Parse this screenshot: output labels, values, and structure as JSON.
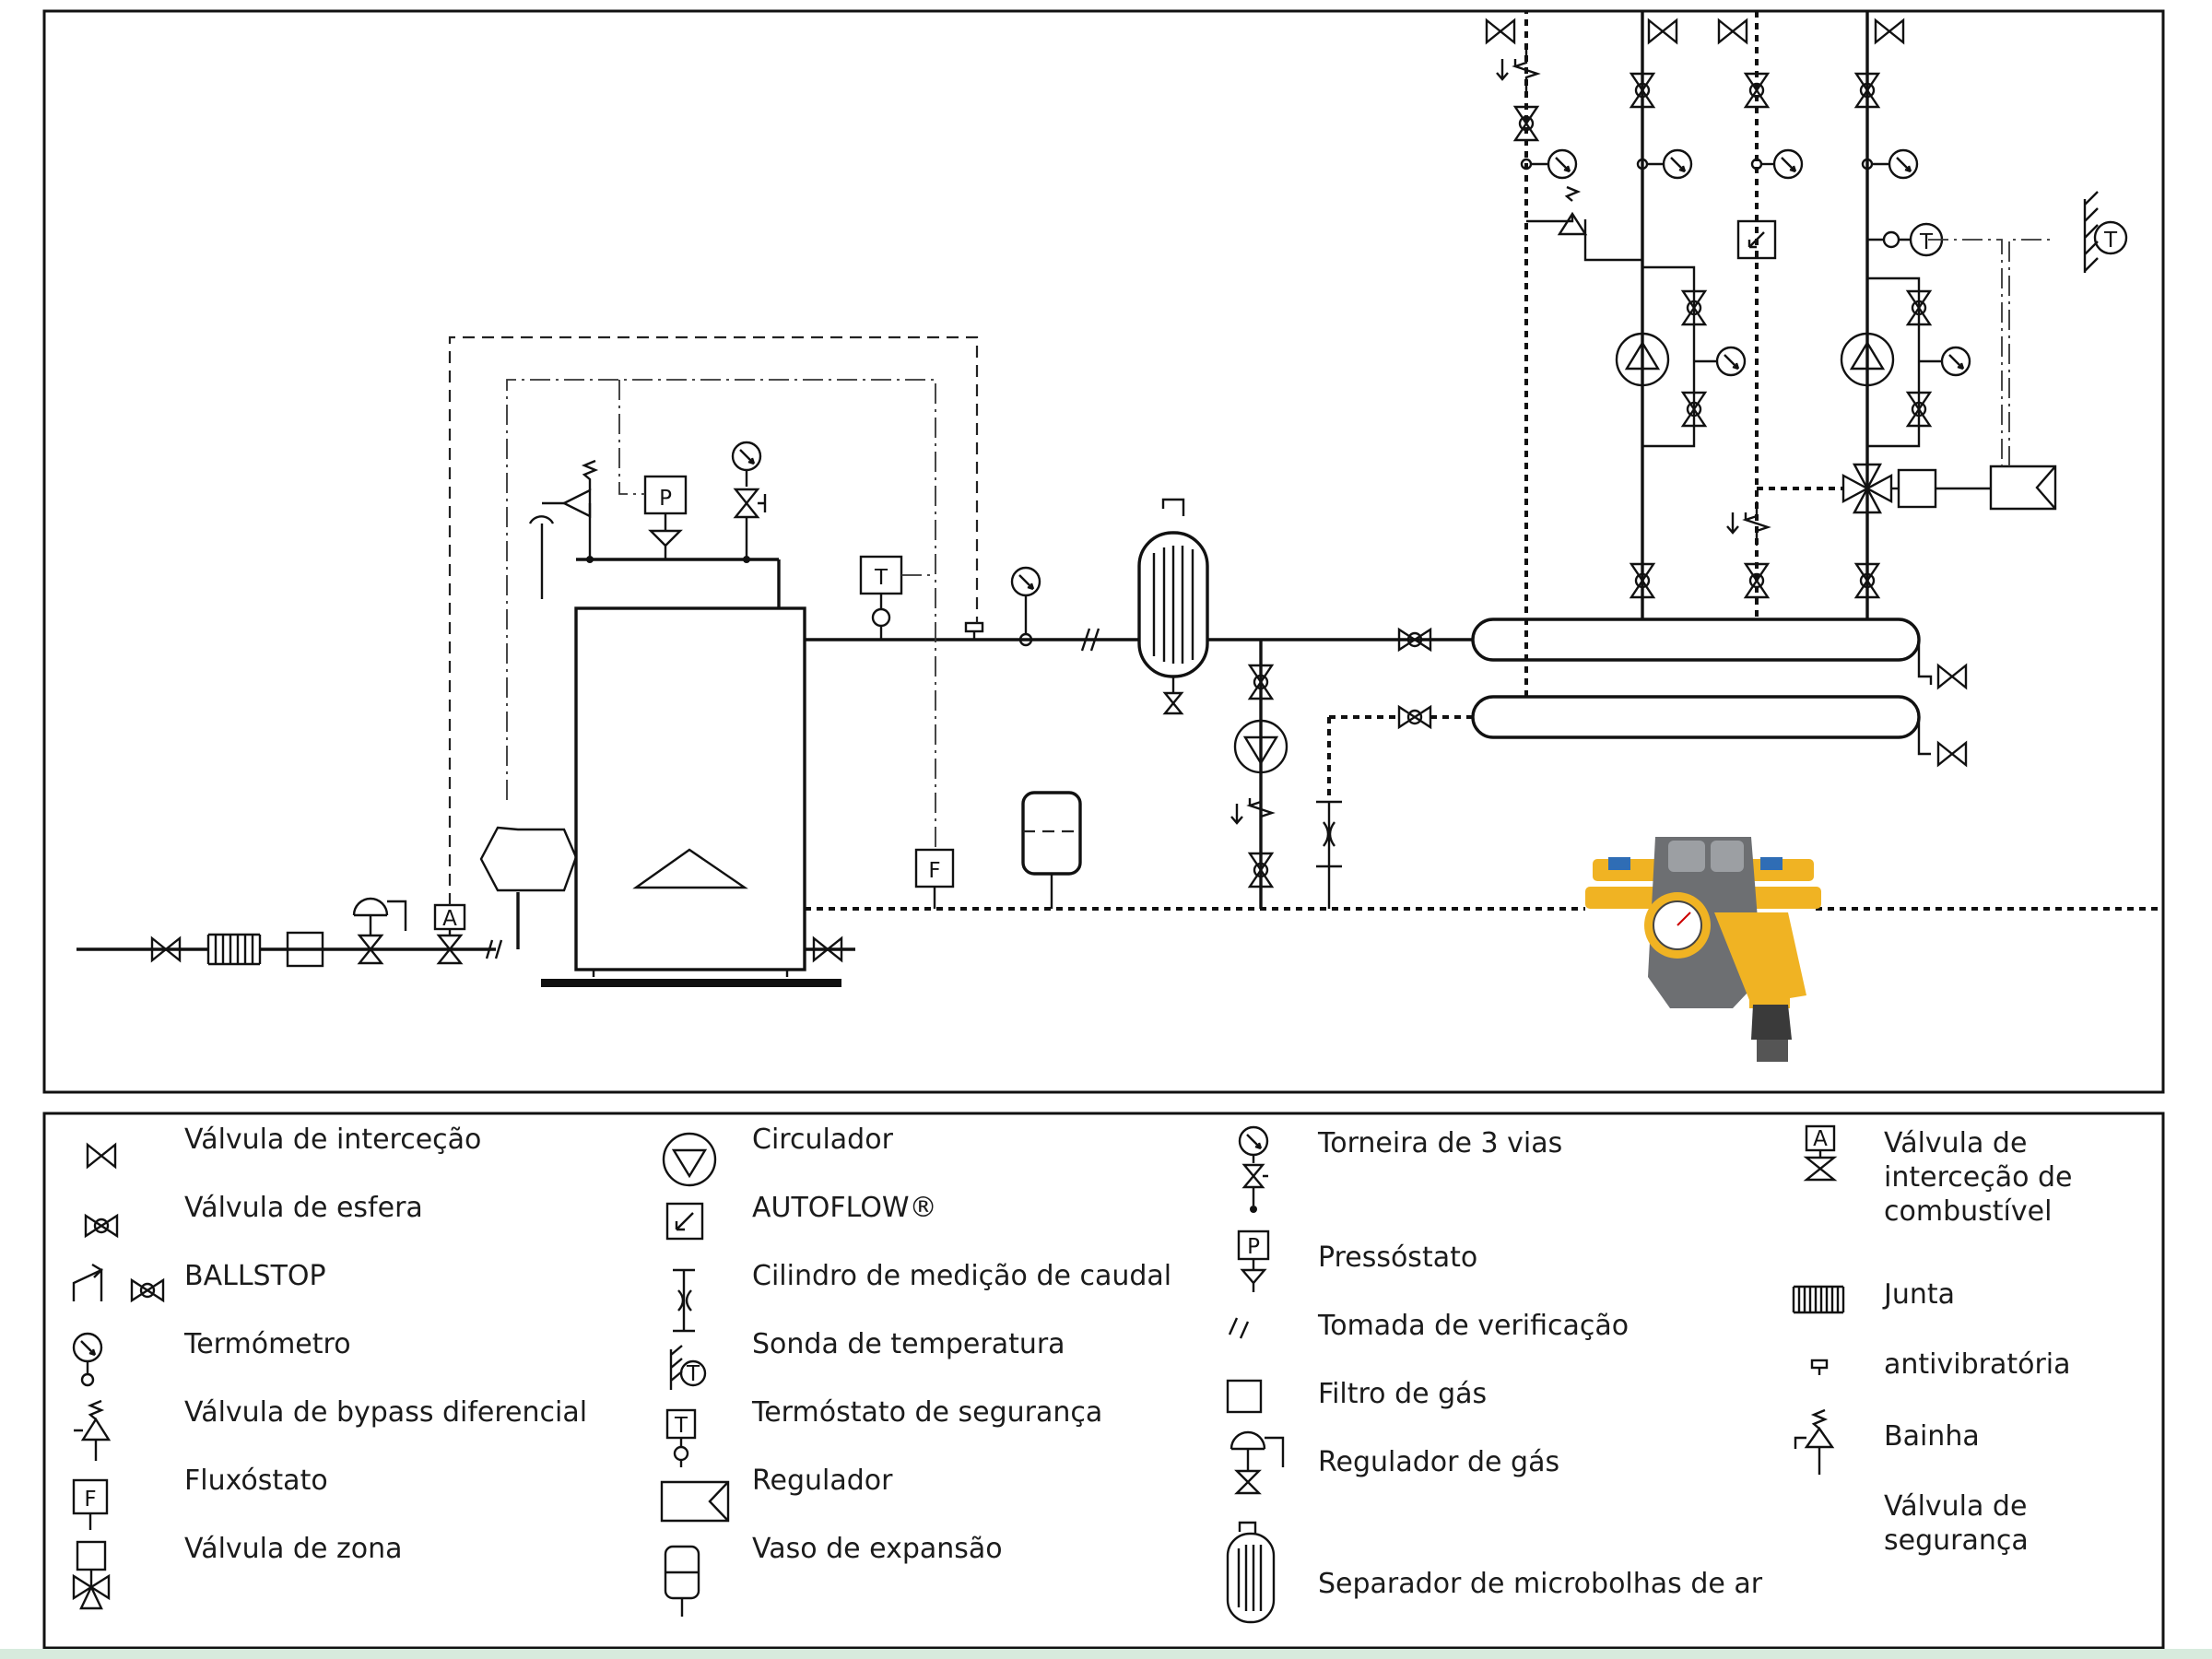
{
  "symbol_labels": {
    "pressure_switch": "P",
    "thermostat": "T",
    "flow_switch": "F",
    "fuel_valve": "A"
  },
  "legend": {
    "col1": [
      {
        "icon": "shutoff-valve-icon",
        "label": "Válvula de interceção"
      },
      {
        "icon": "ball-valve-icon",
        "label": "Válvula de esfera"
      },
      {
        "icon": "ballstop-icon",
        "label": "BALLSTOP"
      },
      {
        "icon": "thermometer-icon",
        "label": "Termómetro"
      },
      {
        "icon": "differential-bypass-valve-icon",
        "label": "Válvula de bypass diferencial"
      },
      {
        "icon": "flow-switch-icon",
        "label": "Fluxóstato"
      },
      {
        "icon": "zone-valve-icon",
        "label": "Válvula de zona"
      }
    ],
    "col2": [
      {
        "icon": "circulator-icon",
        "label": "Circulador"
      },
      {
        "icon": "autoflow-icon",
        "label": "AUTOFLOW®"
      },
      {
        "icon": "flow-cylinder-icon",
        "label": "Cilindro de medição de caudal"
      },
      {
        "icon": "temperature-probe-icon",
        "label": "Sonda de temperatura"
      },
      {
        "icon": "safety-thermostat-icon",
        "label": "Termóstato de segurança"
      },
      {
        "icon": "regulator-icon",
        "label": "Regulador"
      },
      {
        "icon": "expansion-vessel-icon",
        "label": "Vaso de expansão"
      }
    ],
    "col3": [
      {
        "icon": "three-way-cock-icon",
        "label": "Torneira de 3 vias"
      },
      {
        "icon": "pressure-switch-icon",
        "label": "Pressóstato"
      },
      {
        "icon": "test-point-icon",
        "label": "Tomada de verificação"
      },
      {
        "icon": "gas-filter-icon",
        "label": "Filtro de gás"
      },
      {
        "icon": "gas-regulator-icon",
        "label": "Regulador de gás"
      },
      {
        "icon": "air-separator-icon",
        "label": "Separador de microbolhas de ar"
      }
    ],
    "col4": [
      {
        "icon": "fuel-shutoff-valve-icon",
        "label": "Válvula de\ninterceção de\ncombustível"
      },
      {
        "icon": "compensator-joint-icon",
        "label": "Junta"
      },
      {
        "icon": "antivibration-icon",
        "label": "antivibratória"
      },
      {
        "icon": "safety-valve-icon",
        "label": "Bainha"
      },
      {
        "icon": "",
        "label": "Válvula de\nsegurança"
      }
    ]
  },
  "colors": {
    "ink": "#111111",
    "device_yellow": "#f0b323",
    "device_blue": "#2f6db5",
    "device_gray": "#6d6f72",
    "footer_band": "#d7ebdd"
  }
}
